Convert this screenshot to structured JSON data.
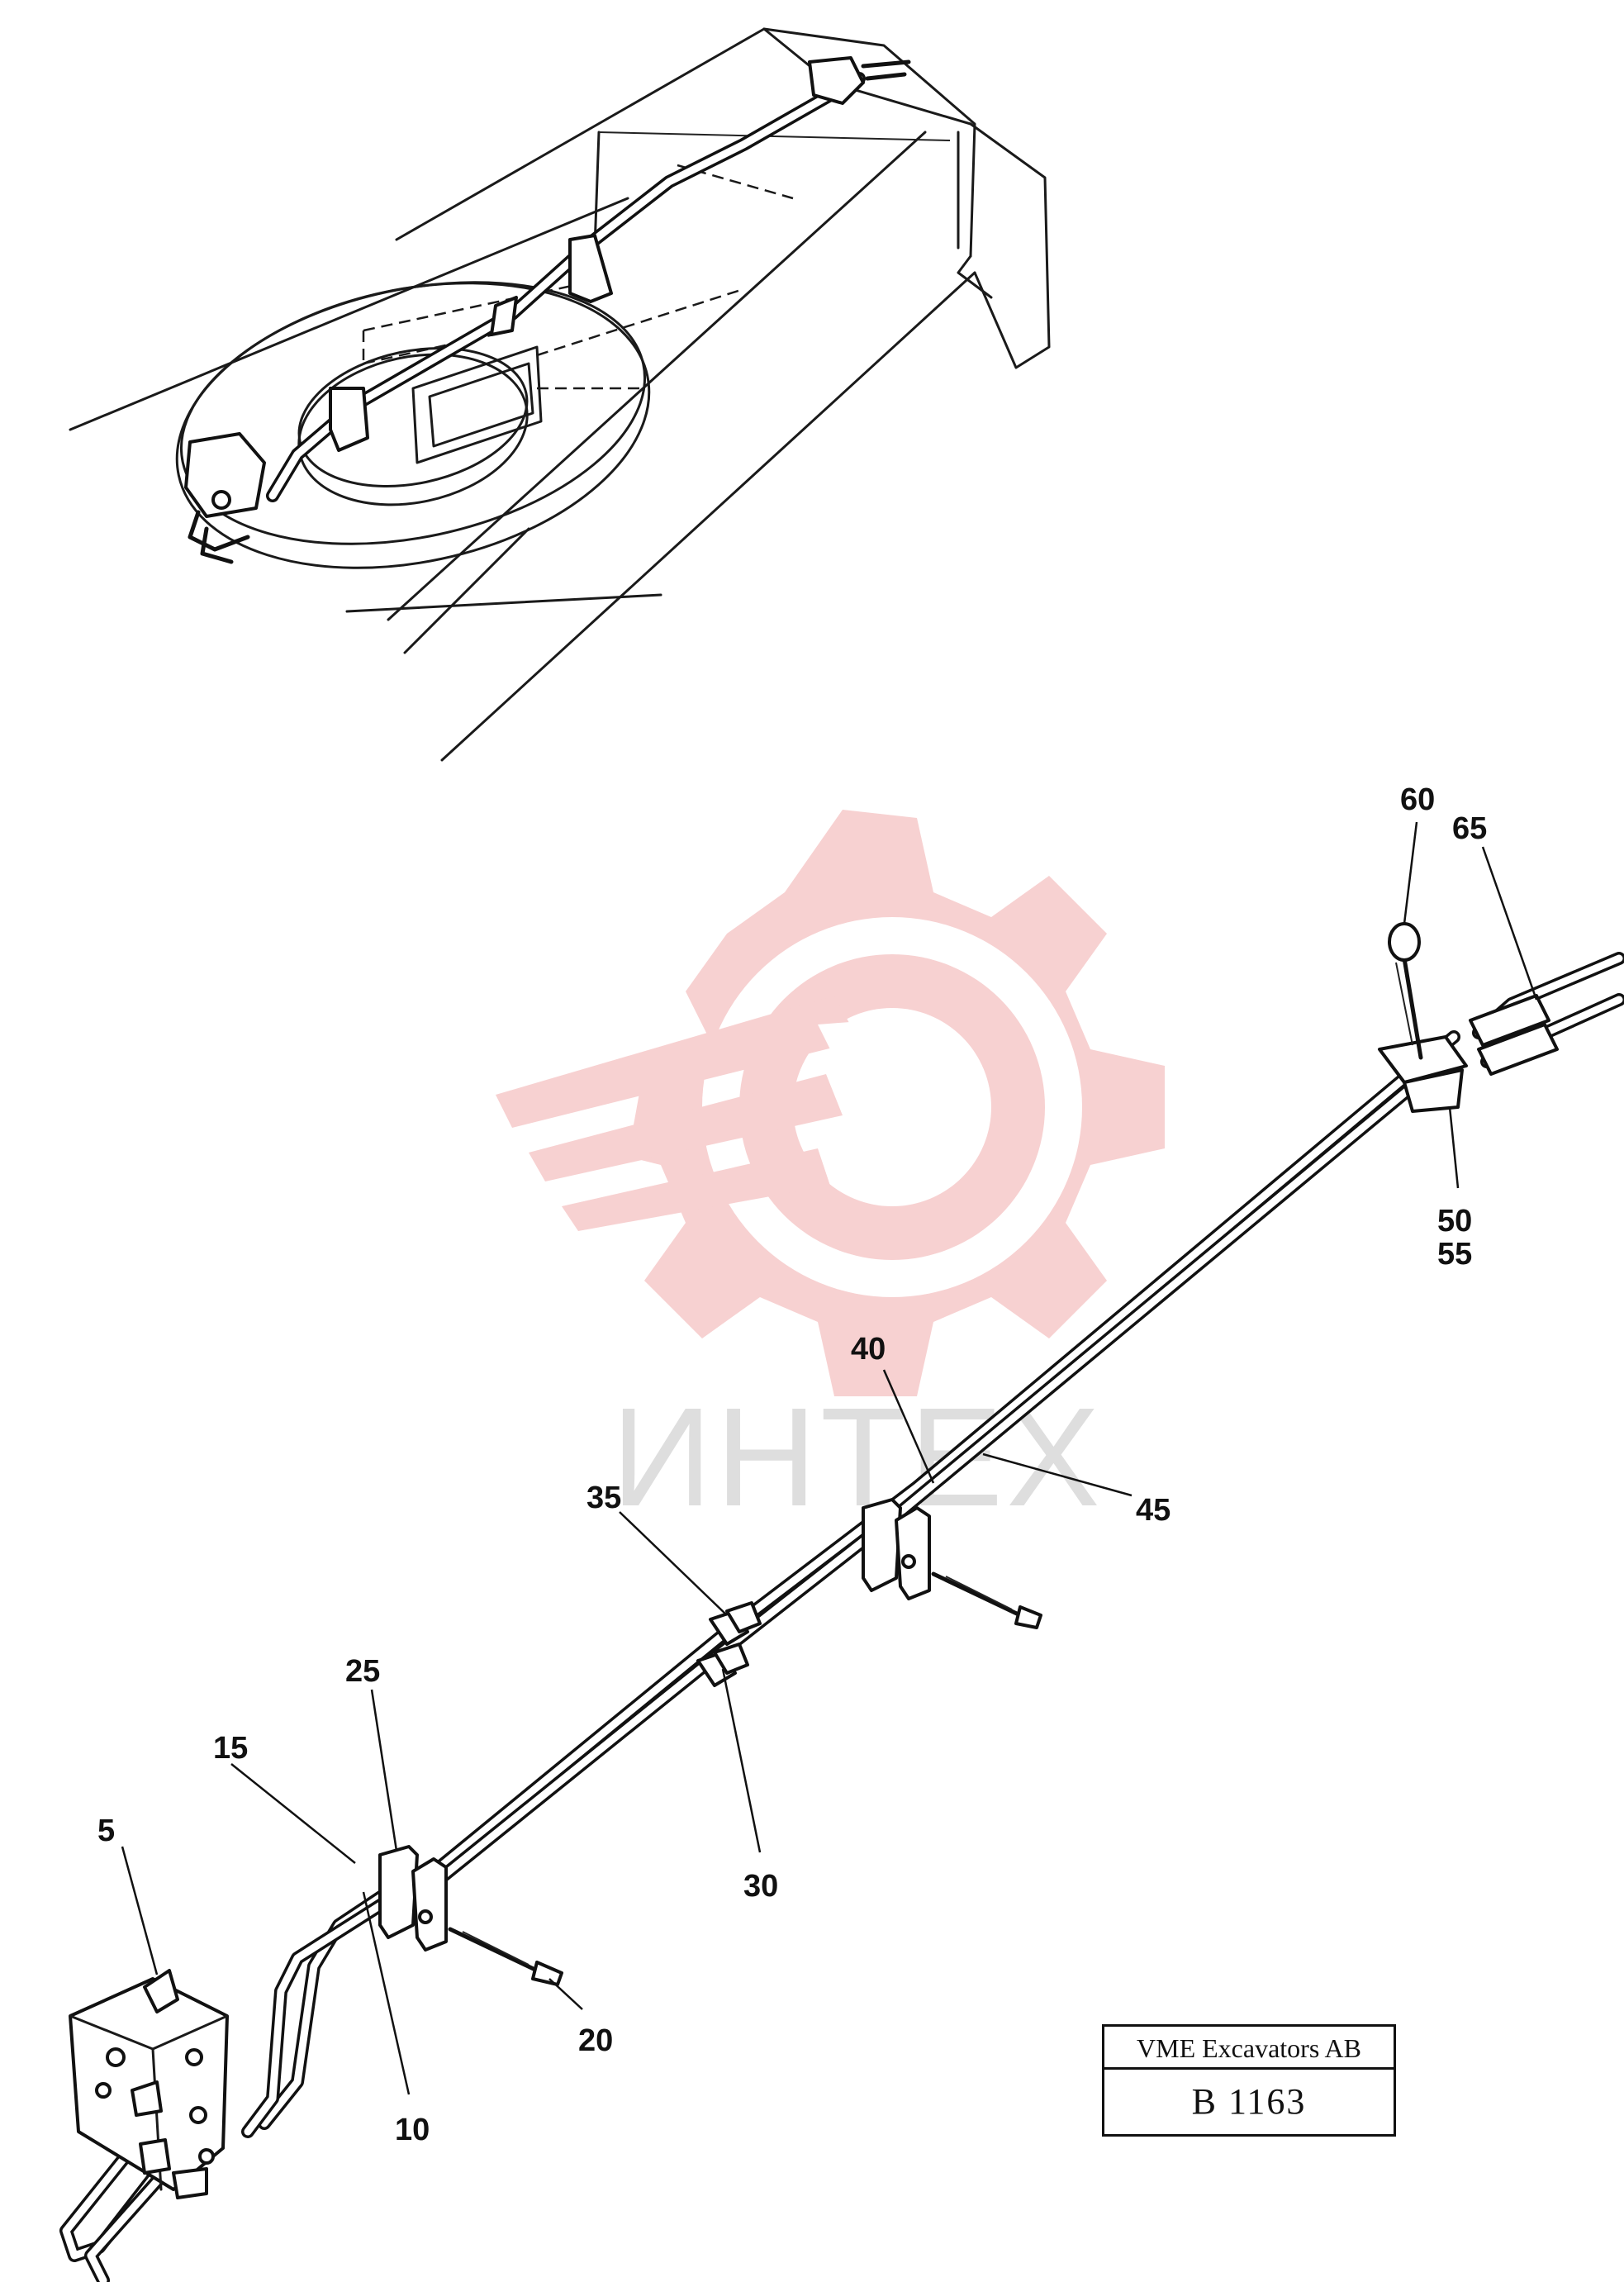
{
  "watermark": {
    "text": "ИНТЕХ",
    "gear_color": "#f6c9c9",
    "text_color": "#d9d9d9"
  },
  "callouts": [
    "60",
    "65",
    "50",
    "55",
    "40",
    "45",
    "35",
    "25",
    "15",
    "5",
    "30",
    "20",
    "10"
  ],
  "title_block": {
    "company": "VME Excavators AB",
    "code": "B 1163"
  }
}
